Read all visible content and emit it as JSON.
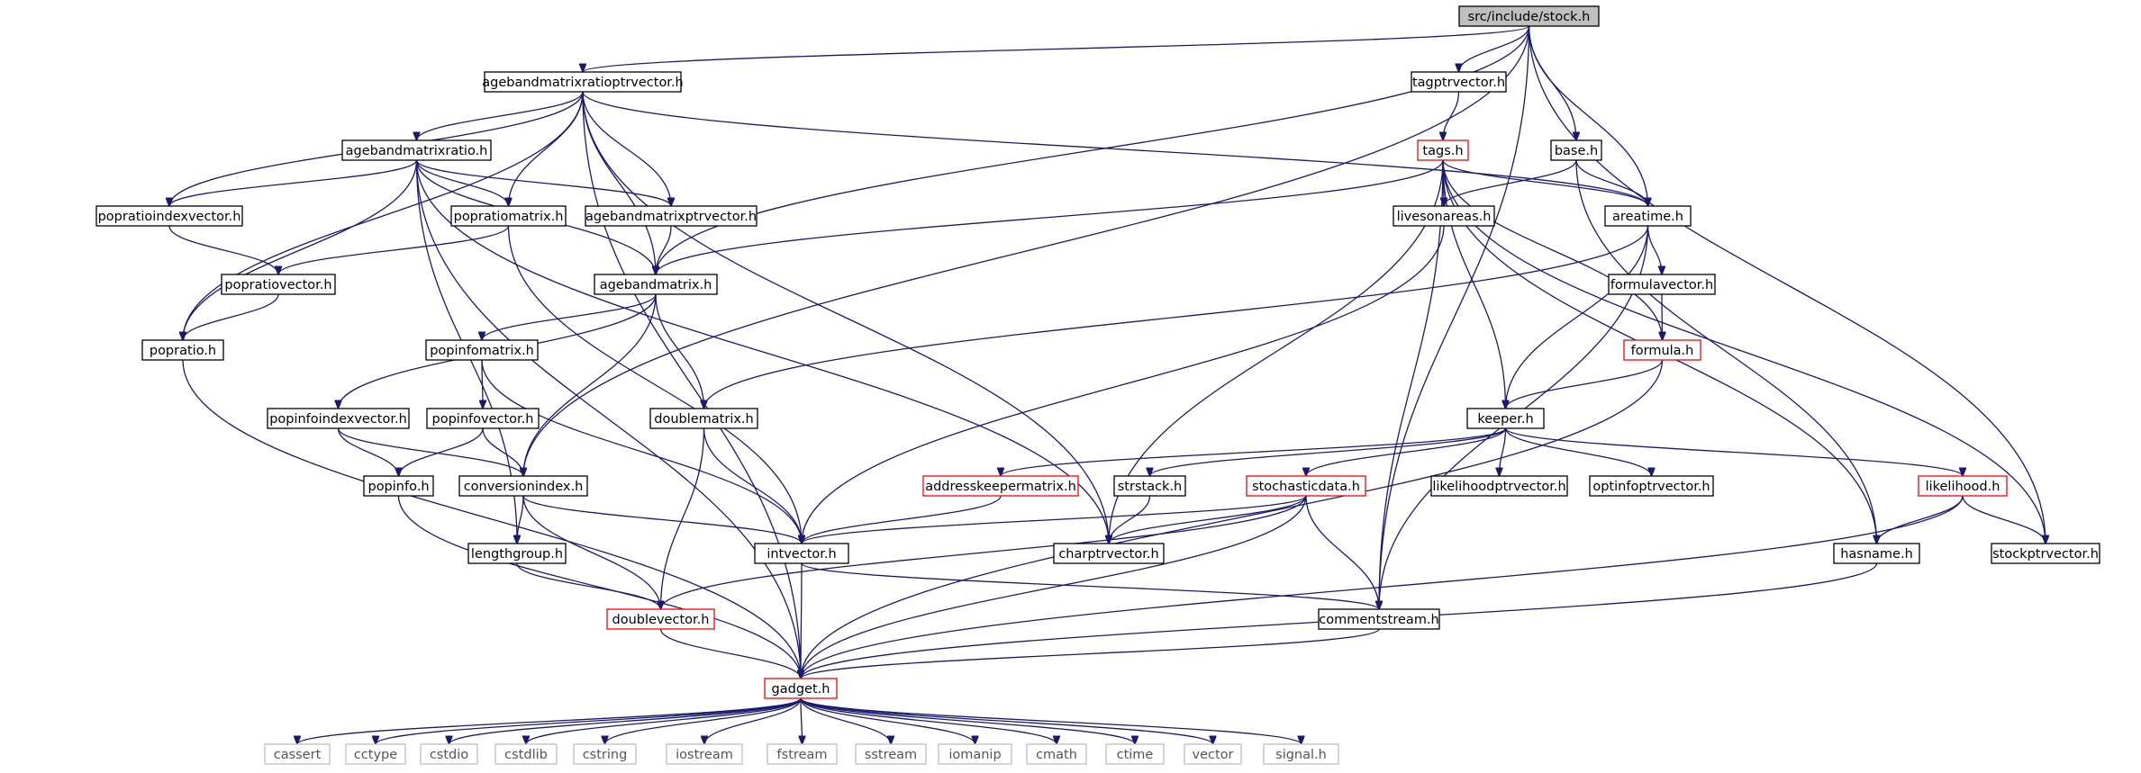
{
  "graph": {
    "title": "src/include/stock.h",
    "colors": {
      "edge": "#191970",
      "root_fill": "#bfbfbf",
      "node_border": "#000000",
      "truncated_border": "#ff0000",
      "system_border": "#bfbfbf"
    },
    "nodes": [
      {
        "id": "stock",
        "label": "src/include/stock.h",
        "kind": "root"
      },
      {
        "id": "agebandratioptr",
        "label": "agebandmatrixratioptrvector.h",
        "kind": "normal"
      },
      {
        "id": "tagptr",
        "label": "tagptrvector.h",
        "kind": "normal"
      },
      {
        "id": "tags",
        "label": "tags.h",
        "kind": "truncated"
      },
      {
        "id": "base",
        "label": "base.h",
        "kind": "normal"
      },
      {
        "id": "agebandratio",
        "label": "agebandmatrixratio.h",
        "kind": "normal"
      },
      {
        "id": "popratioidx",
        "label": "popratioindexvector.h",
        "kind": "normal"
      },
      {
        "id": "popratiomatrix",
        "label": "popratiomatrix.h",
        "kind": "normal"
      },
      {
        "id": "agebandptr",
        "label": "agebandmatrixptrvector.h",
        "kind": "normal"
      },
      {
        "id": "livesonareas",
        "label": "livesonareas.h",
        "kind": "normal"
      },
      {
        "id": "areatime",
        "label": "areatime.h",
        "kind": "normal"
      },
      {
        "id": "popratiovector",
        "label": "popratiovector.h",
        "kind": "normal"
      },
      {
        "id": "agebandmatrix",
        "label": "agebandmatrix.h",
        "kind": "normal"
      },
      {
        "id": "formulavector",
        "label": "formulavector.h",
        "kind": "normal"
      },
      {
        "id": "popratio",
        "label": "popratio.h",
        "kind": "normal"
      },
      {
        "id": "popinfomatrix",
        "label": "popinfomatrix.h",
        "kind": "normal"
      },
      {
        "id": "formula",
        "label": "formula.h",
        "kind": "truncated"
      },
      {
        "id": "popinfoidx",
        "label": "popinfoindexvector.h",
        "kind": "normal"
      },
      {
        "id": "popinfovector",
        "label": "popinfovector.h",
        "kind": "normal"
      },
      {
        "id": "doublematrix",
        "label": "doublematrix.h",
        "kind": "normal"
      },
      {
        "id": "keeper",
        "label": "keeper.h",
        "kind": "normal"
      },
      {
        "id": "popinfo",
        "label": "popinfo.h",
        "kind": "normal"
      },
      {
        "id": "conversionindex",
        "label": "conversionindex.h",
        "kind": "normal"
      },
      {
        "id": "addresskeeper",
        "label": "addresskeepermatrix.h",
        "kind": "truncated"
      },
      {
        "id": "strstack",
        "label": "strstack.h",
        "kind": "normal"
      },
      {
        "id": "stochastic",
        "label": "stochasticdata.h",
        "kind": "truncated"
      },
      {
        "id": "likelihoodptr",
        "label": "likelihoodptrvector.h",
        "kind": "normal"
      },
      {
        "id": "optinfoptr",
        "label": "optinfoptrvector.h",
        "kind": "normal"
      },
      {
        "id": "likelihood",
        "label": "likelihood.h",
        "kind": "truncated"
      },
      {
        "id": "lengthgroup",
        "label": "lengthgroup.h",
        "kind": "normal"
      },
      {
        "id": "intvector",
        "label": "intvector.h",
        "kind": "normal"
      },
      {
        "id": "charptr",
        "label": "charptrvector.h",
        "kind": "normal"
      },
      {
        "id": "hasname",
        "label": "hasname.h",
        "kind": "normal"
      },
      {
        "id": "stockptr",
        "label": "stockptrvector.h",
        "kind": "normal"
      },
      {
        "id": "doublevector",
        "label": "doublevector.h",
        "kind": "truncated"
      },
      {
        "id": "commentstream",
        "label": "commentstream.h",
        "kind": "normal"
      },
      {
        "id": "gadget",
        "label": "gadget.h",
        "kind": "truncated"
      },
      {
        "id": "cassert",
        "label": "cassert",
        "kind": "system"
      },
      {
        "id": "cctype",
        "label": "cctype",
        "kind": "system"
      },
      {
        "id": "cstdio",
        "label": "cstdio",
        "kind": "system"
      },
      {
        "id": "cstdlib",
        "label": "cstdlib",
        "kind": "system"
      },
      {
        "id": "cstring",
        "label": "cstring",
        "kind": "system"
      },
      {
        "id": "iostream",
        "label": "iostream",
        "kind": "system"
      },
      {
        "id": "fstream",
        "label": "fstream",
        "kind": "system"
      },
      {
        "id": "sstream",
        "label": "sstream",
        "kind": "system"
      },
      {
        "id": "iomanip",
        "label": "iomanip",
        "kind": "system"
      },
      {
        "id": "cmath",
        "label": "cmath",
        "kind": "system"
      },
      {
        "id": "ctime",
        "label": "ctime",
        "kind": "system"
      },
      {
        "id": "vector",
        "label": "vector",
        "kind": "system"
      },
      {
        "id": "signal",
        "label": "signal.h",
        "kind": "system"
      }
    ],
    "edges": [
      [
        "stock",
        "agebandratioptr"
      ],
      [
        "stock",
        "tagptr"
      ],
      [
        "stock",
        "base"
      ],
      [
        "stock",
        "areatime"
      ],
      [
        "stock",
        "agebandmatrix"
      ],
      [
        "stock",
        "conversionindex"
      ],
      [
        "stock",
        "commentstream"
      ],
      [
        "stock",
        "stockptr"
      ],
      [
        "agebandratioptr",
        "agebandratio"
      ],
      [
        "agebandratioptr",
        "popratioidx"
      ],
      [
        "agebandratioptr",
        "popratiomatrix"
      ],
      [
        "agebandratioptr",
        "agebandptr"
      ],
      [
        "agebandratioptr",
        "agebandmatrix"
      ],
      [
        "agebandratioptr",
        "popratio"
      ],
      [
        "agebandratioptr",
        "areatime"
      ],
      [
        "agebandratioptr",
        "charptr"
      ],
      [
        "agebandratioptr",
        "gadget"
      ],
      [
        "tagptr",
        "tags"
      ],
      [
        "tags",
        "livesonareas"
      ],
      [
        "tags",
        "areatime"
      ],
      [
        "tags",
        "agebandmatrix"
      ],
      [
        "tags",
        "formula"
      ],
      [
        "tags",
        "keeper"
      ],
      [
        "tags",
        "charptr"
      ],
      [
        "tags",
        "commentstream"
      ],
      [
        "tags",
        "hasname"
      ],
      [
        "tags",
        "stockptr"
      ],
      [
        "base",
        "livesonareas"
      ],
      [
        "base",
        "areatime"
      ],
      [
        "base",
        "hasname"
      ],
      [
        "agebandratio",
        "popratioidx"
      ],
      [
        "agebandratio",
        "popratiomatrix"
      ],
      [
        "agebandratio",
        "agebandptr"
      ],
      [
        "agebandratio",
        "agebandmatrix"
      ],
      [
        "agebandratio",
        "popratio"
      ],
      [
        "agebandratio",
        "lengthgroup"
      ],
      [
        "agebandratio",
        "charptr"
      ],
      [
        "agebandratio",
        "gadget"
      ],
      [
        "popratioidx",
        "popratiovector"
      ],
      [
        "popratiomatrix",
        "popratiovector"
      ],
      [
        "popratiomatrix",
        "intvector"
      ],
      [
        "agebandptr",
        "agebandmatrix"
      ],
      [
        "livesonareas",
        "intvector"
      ],
      [
        "areatime",
        "formulavector"
      ],
      [
        "areatime",
        "keeper"
      ],
      [
        "areatime",
        "doublematrix"
      ],
      [
        "areatime",
        "commentstream"
      ],
      [
        "popratiovector",
        "popratio"
      ],
      [
        "agebandmatrix",
        "popinfomatrix"
      ],
      [
        "agebandmatrix",
        "popinfoidx"
      ],
      [
        "agebandmatrix",
        "doublematrix"
      ],
      [
        "agebandmatrix",
        "conversionindex"
      ],
      [
        "formulavector",
        "formula"
      ],
      [
        "popratio",
        "gadget"
      ],
      [
        "popinfomatrix",
        "popinfovector"
      ],
      [
        "popinfomatrix",
        "intvector"
      ],
      [
        "formula",
        "keeper"
      ],
      [
        "formula",
        "gadget"
      ],
      [
        "popinfoidx",
        "popinfo"
      ],
      [
        "popinfoidx",
        "conversionindex"
      ],
      [
        "popinfovector",
        "popinfo"
      ],
      [
        "popinfovector",
        "conversionindex"
      ],
      [
        "doublematrix",
        "intvector"
      ],
      [
        "doublematrix",
        "doublevector"
      ],
      [
        "keeper",
        "addresskeeper"
      ],
      [
        "keeper",
        "strstack"
      ],
      [
        "keeper",
        "stochastic"
      ],
      [
        "keeper",
        "likelihoodptr"
      ],
      [
        "keeper",
        "optinfoptr"
      ],
      [
        "keeper",
        "likelihood"
      ],
      [
        "popinfo",
        "gadget"
      ],
      [
        "conversionindex",
        "lengthgroup"
      ],
      [
        "conversionindex",
        "intvector"
      ],
      [
        "conversionindex",
        "doublevector"
      ],
      [
        "addresskeeper",
        "intvector"
      ],
      [
        "strstack",
        "charptr"
      ],
      [
        "stochastic",
        "intvector"
      ],
      [
        "stochastic",
        "charptr"
      ],
      [
        "stochastic",
        "doublevector"
      ],
      [
        "stochastic",
        "commentstream"
      ],
      [
        "stochastic",
        "gadget"
      ],
      [
        "likelihood",
        "hasname"
      ],
      [
        "likelihood",
        "stockptr"
      ],
      [
        "likelihood",
        "gadget"
      ],
      [
        "lengthgroup",
        "doublevector"
      ],
      [
        "intvector",
        "gadget"
      ],
      [
        "intvector",
        "commentstream"
      ],
      [
        "hasname",
        "gadget"
      ],
      [
        "doublevector",
        "gadget"
      ],
      [
        "commentstream",
        "gadget"
      ],
      [
        "gadget",
        "cassert"
      ],
      [
        "gadget",
        "cctype"
      ],
      [
        "gadget",
        "cstdio"
      ],
      [
        "gadget",
        "cstdlib"
      ],
      [
        "gadget",
        "cstring"
      ],
      [
        "gadget",
        "iostream"
      ],
      [
        "gadget",
        "fstream"
      ],
      [
        "gadget",
        "sstream"
      ],
      [
        "gadget",
        "iomanip"
      ],
      [
        "gadget",
        "cmath"
      ],
      [
        "gadget",
        "ctime"
      ],
      [
        "gadget",
        "vector"
      ],
      [
        "gadget",
        "signal"
      ]
    ]
  }
}
